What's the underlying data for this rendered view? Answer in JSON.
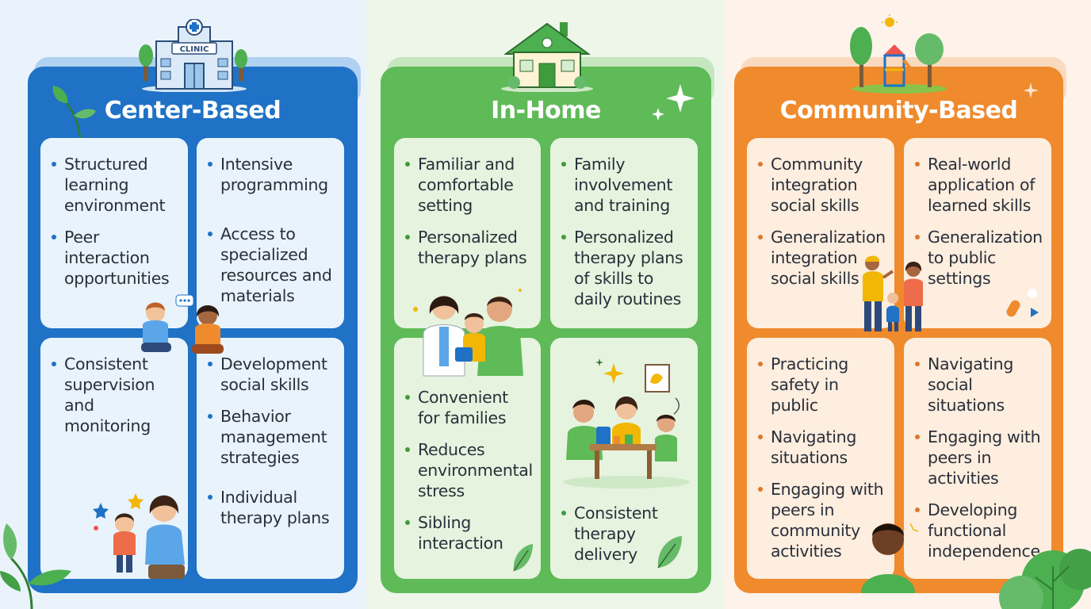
{
  "colors": {
    "blue_panel": "#1f72c5",
    "green_panel": "#5fba58",
    "orange_panel": "#ef8a2d"
  },
  "center": {
    "icon": "clinic-building-icon",
    "sign": "CLINIC",
    "title": "Center-Based",
    "cards": [
      [
        "Structured learning environment",
        "Peer interaction opportunities"
      ],
      [
        "Intensive programming",
        "Access to specialized resources and materials"
      ],
      [
        "Consistent supervision and monitoring"
      ],
      [
        "Development social skills",
        "Behavior management strategies",
        "Individual therapy plans"
      ]
    ]
  },
  "home": {
    "icon": "house-icon",
    "title": "In-Home",
    "cards": [
      [
        "Familiar and comfortable setting",
        "Personalized therapy plans"
      ],
      [
        "Family involvement and training",
        "Personalized therapy plans of skills to daily routines"
      ],
      [
        "Convenient for families",
        "Reduces environmental stress",
        "Sibling interaction"
      ],
      [
        "Consistent therapy delivery"
      ]
    ]
  },
  "community": {
    "icon": "park-playground-icon",
    "title": "Community-Based",
    "cards": [
      [
        "Community integration social skills",
        "Generalization integration social skills"
      ],
      [
        "Real-world application of learned skills",
        "Generalization to public settings"
      ],
      [
        "Practicing safety in public",
        "Navigating situations",
        "Engaging with peers in community activities"
      ],
      [
        "Navigating social situations",
        "Engaging with peers in activities",
        "Developing functional independence"
      ]
    ]
  }
}
